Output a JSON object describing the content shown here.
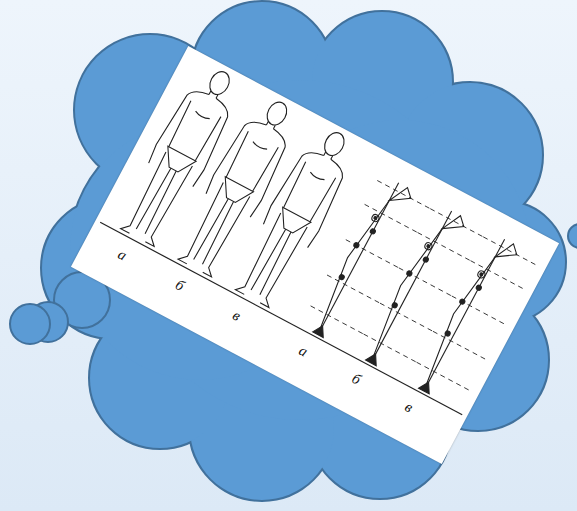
{
  "diagram": {
    "labels": [
      "а",
      "б",
      "в",
      "а",
      "б",
      "в"
    ]
  }
}
